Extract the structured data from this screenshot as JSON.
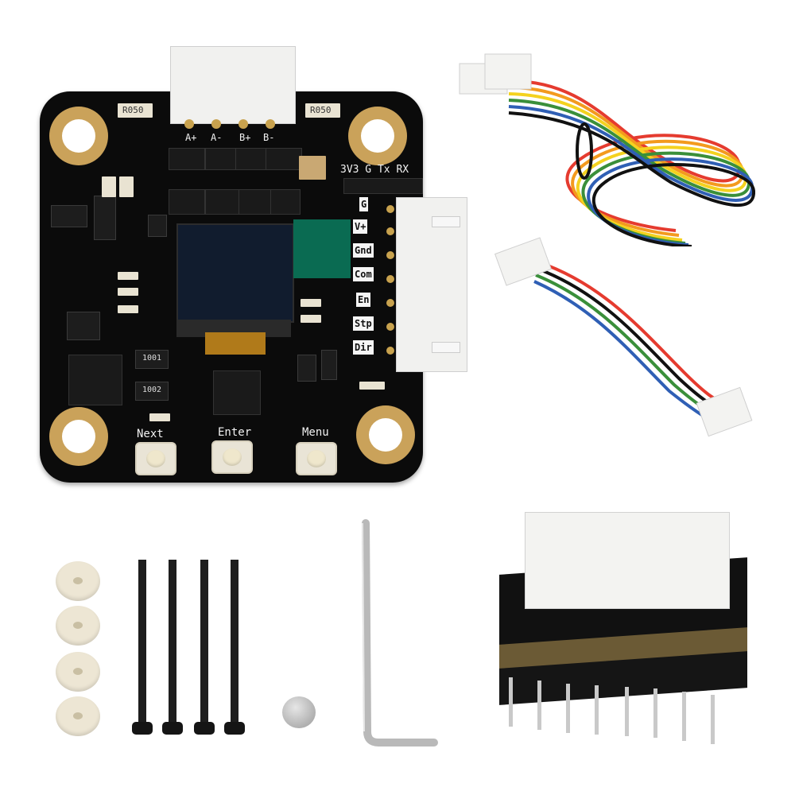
{
  "pcb": {
    "connector_labels": [
      "A+",
      "A-",
      "B+",
      "B-"
    ],
    "uart_header": {
      "label": "3V3 G Tx RX"
    },
    "side_pins": [
      "G",
      "V+",
      "Gnd",
      "Com",
      "En",
      "Stp",
      "Dir"
    ],
    "resistor_labels": [
      "R050",
      "R050"
    ],
    "chip_labels": [
      "1001",
      "1002"
    ],
    "buttons": [
      "Next",
      "Enter",
      "Menu"
    ],
    "colors": {
      "board": "#0b0b0b",
      "mount_ring": "#caa25a",
      "connector": "#f1f1ef",
      "green_pad": "#0a6b52"
    }
  },
  "cables": {
    "long_wire_colors": [
      "#e53b2f",
      "#f39a1e",
      "#f4d21f",
      "#3a8f3a",
      "#2f5fb5",
      "#111111"
    ],
    "short_wire_colors": [
      "#e53b2f",
      "#111111",
      "#3a8f3a",
      "#2f5fb5"
    ]
  },
  "hardware": {
    "washer_count": 4,
    "screw_count": 4,
    "icons": [
      "washer-icon",
      "screw-icon",
      "magnet-icon",
      "hex-key-icon",
      "adapter-icon"
    ]
  }
}
